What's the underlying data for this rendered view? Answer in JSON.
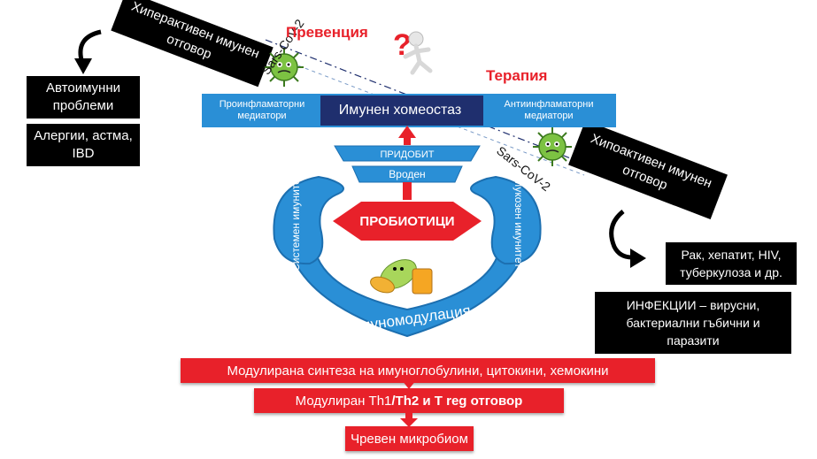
{
  "labels": {
    "prevention": "Превенция",
    "therapy": "Терапия"
  },
  "hyperactive": {
    "text": "Хиперактивен имунен отговор",
    "outcome_autoimmune": "Автоимунни проблеми",
    "outcome_allergy": "Алергии, астма, IBD"
  },
  "hypoactive": {
    "text": "Хипоактивен имунен отговор",
    "outcome_diseases": "Рак, хепатит, HIV, туберкулоза и др.",
    "outcome_infections": "ИНФЕКЦИИ – вирусни, бактериални гъбични и паразити"
  },
  "virus_label": "Sars-CoV-2",
  "homeostasis": {
    "left": "Проинфламаторни медиатори",
    "center": "Имунен хомеостаз",
    "right": "Антиинфламаторни медиатори"
  },
  "immunity": {
    "acquired": "ПРИДОБИТ",
    "innate": "Вроден",
    "systemic": "Системен имунитет",
    "mucosal": "Мукозен имунитет",
    "probiotics": "ПРОБИОТИЦИ",
    "immunomodulation": "Имуномодулация"
  },
  "effects": {
    "synthesis": "Модулирана синтеза на имуноглобулини, цитокини, хемокини",
    "response_plain": "Модулиран Th1",
    "response_bold": "/Th2 и T reg отговор",
    "microbiome": "Чревен микробиом"
  },
  "colors": {
    "red": "#e8212a",
    "blue": "#2a8fd6",
    "dark_blue": "#1f2f6e",
    "virus_green": "#7cc242"
  }
}
